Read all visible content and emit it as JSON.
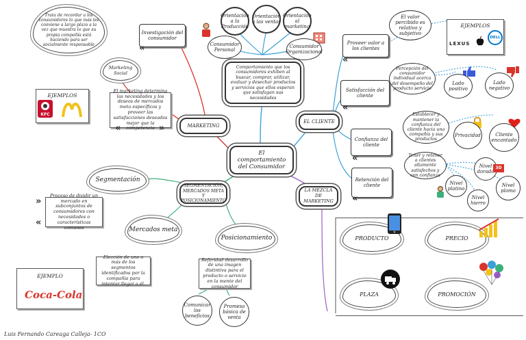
{
  "center": {
    "title": "El comportamiento del Consumidor"
  },
  "definition": "Comportamiento que los consumidores exhiben al buscar, comprar, utilizar, evaluar y desechar productos y servicios que ellos esperan que satisfagan sus necesidades",
  "orientations": [
    "Orientación a la Producción",
    "Orientación a las ventas",
    "Orientación al marketing"
  ],
  "consumers": {
    "personal": "Consumidor Personal",
    "organizational": "Consumidor Organizacional"
  },
  "social_note": "Trata de recordar a los consumidores lo que más les conviene a largo plazo a la vez que muestra lo que su propia compañía está haciendo para ser socialmente responsable",
  "investigacion": "Investigación del consumidor",
  "marketing_social": "Marketing Social",
  "marketing": {
    "label": "MARKETING",
    "note": "El marketing determina las necesidades y los deseos de mercados meta específicos y proveer las satisfacciones deseadas mejor que la competencia",
    "ejemplos": "EJEMPLOS"
  },
  "cliente": {
    "label": "EL CLIENTE",
    "proveer": "Proveer valor a los clientes",
    "proveer_note": "El valor percibido es relativo y subjetivo",
    "ejemplos": "EJEMPLOS",
    "satisfaccion": "Satisfacción del cliente",
    "satisfaccion_note": "Percepción del consumidor individual acerca del desempeño del producto servicio",
    "lado_positivo": "Lado positivo",
    "lado_negativo": "Lado negativo",
    "confianza": "Confianza del cliente",
    "confianza_note": "Establecer y mantener la confianza del cliente hacia una compañía y sus productos",
    "privacidad": "Privacidad",
    "encantado": "Cliente encantado",
    "retencion": "Retención del cliente",
    "retencion_note": "Tener y retener a clientes altamente satisfechos y con confianza",
    "niveles": [
      "Nivel dorado",
      "Nivel platino",
      "Nivel hierro",
      "Nivel plomo"
    ]
  },
  "segmentacion": {
    "label": "SEGMENTACIÓN, MERCADOS META Y POSICIONAMIENTO",
    "segmentacion": "Segmentación",
    "seg_note": "Proceso de dividir un mercado en subconjuntos de consumidores con necesidades o características comunes",
    "mercados_meta": "Mercados meta",
    "meta_note": "Elección de uno o más de los segmentos identificados por la compañía para intentar llegar a él.",
    "ejemplo": "EJEMPLO",
    "cocacola": "Coca-Cola",
    "posicionamiento": "Posicionamiento",
    "pos_note": "Referidad desarrollo de una imagen distintiva para el producto o servicio en la mente del consumidor",
    "comunicar": "Comunicar los beneficios",
    "promesa": "Promesa básica de venta"
  },
  "mezcla": {
    "label": "LA MEZCLA DE MARKETING",
    "items": [
      "PRODUCTO",
      "PRECIO",
      "PLAZA",
      "PROMOCIÓN"
    ]
  },
  "brands": [
    "LEXUS",
    "DELL",
    "KFC"
  ],
  "author": "Luis Fernando Careaga Calleja- 1CO",
  "colors": {
    "red": "#d9342b",
    "blue": "#3aa0d8",
    "green": "#3bb07a",
    "purple": "#9b5ec9",
    "yellow": "#f2c21a"
  }
}
